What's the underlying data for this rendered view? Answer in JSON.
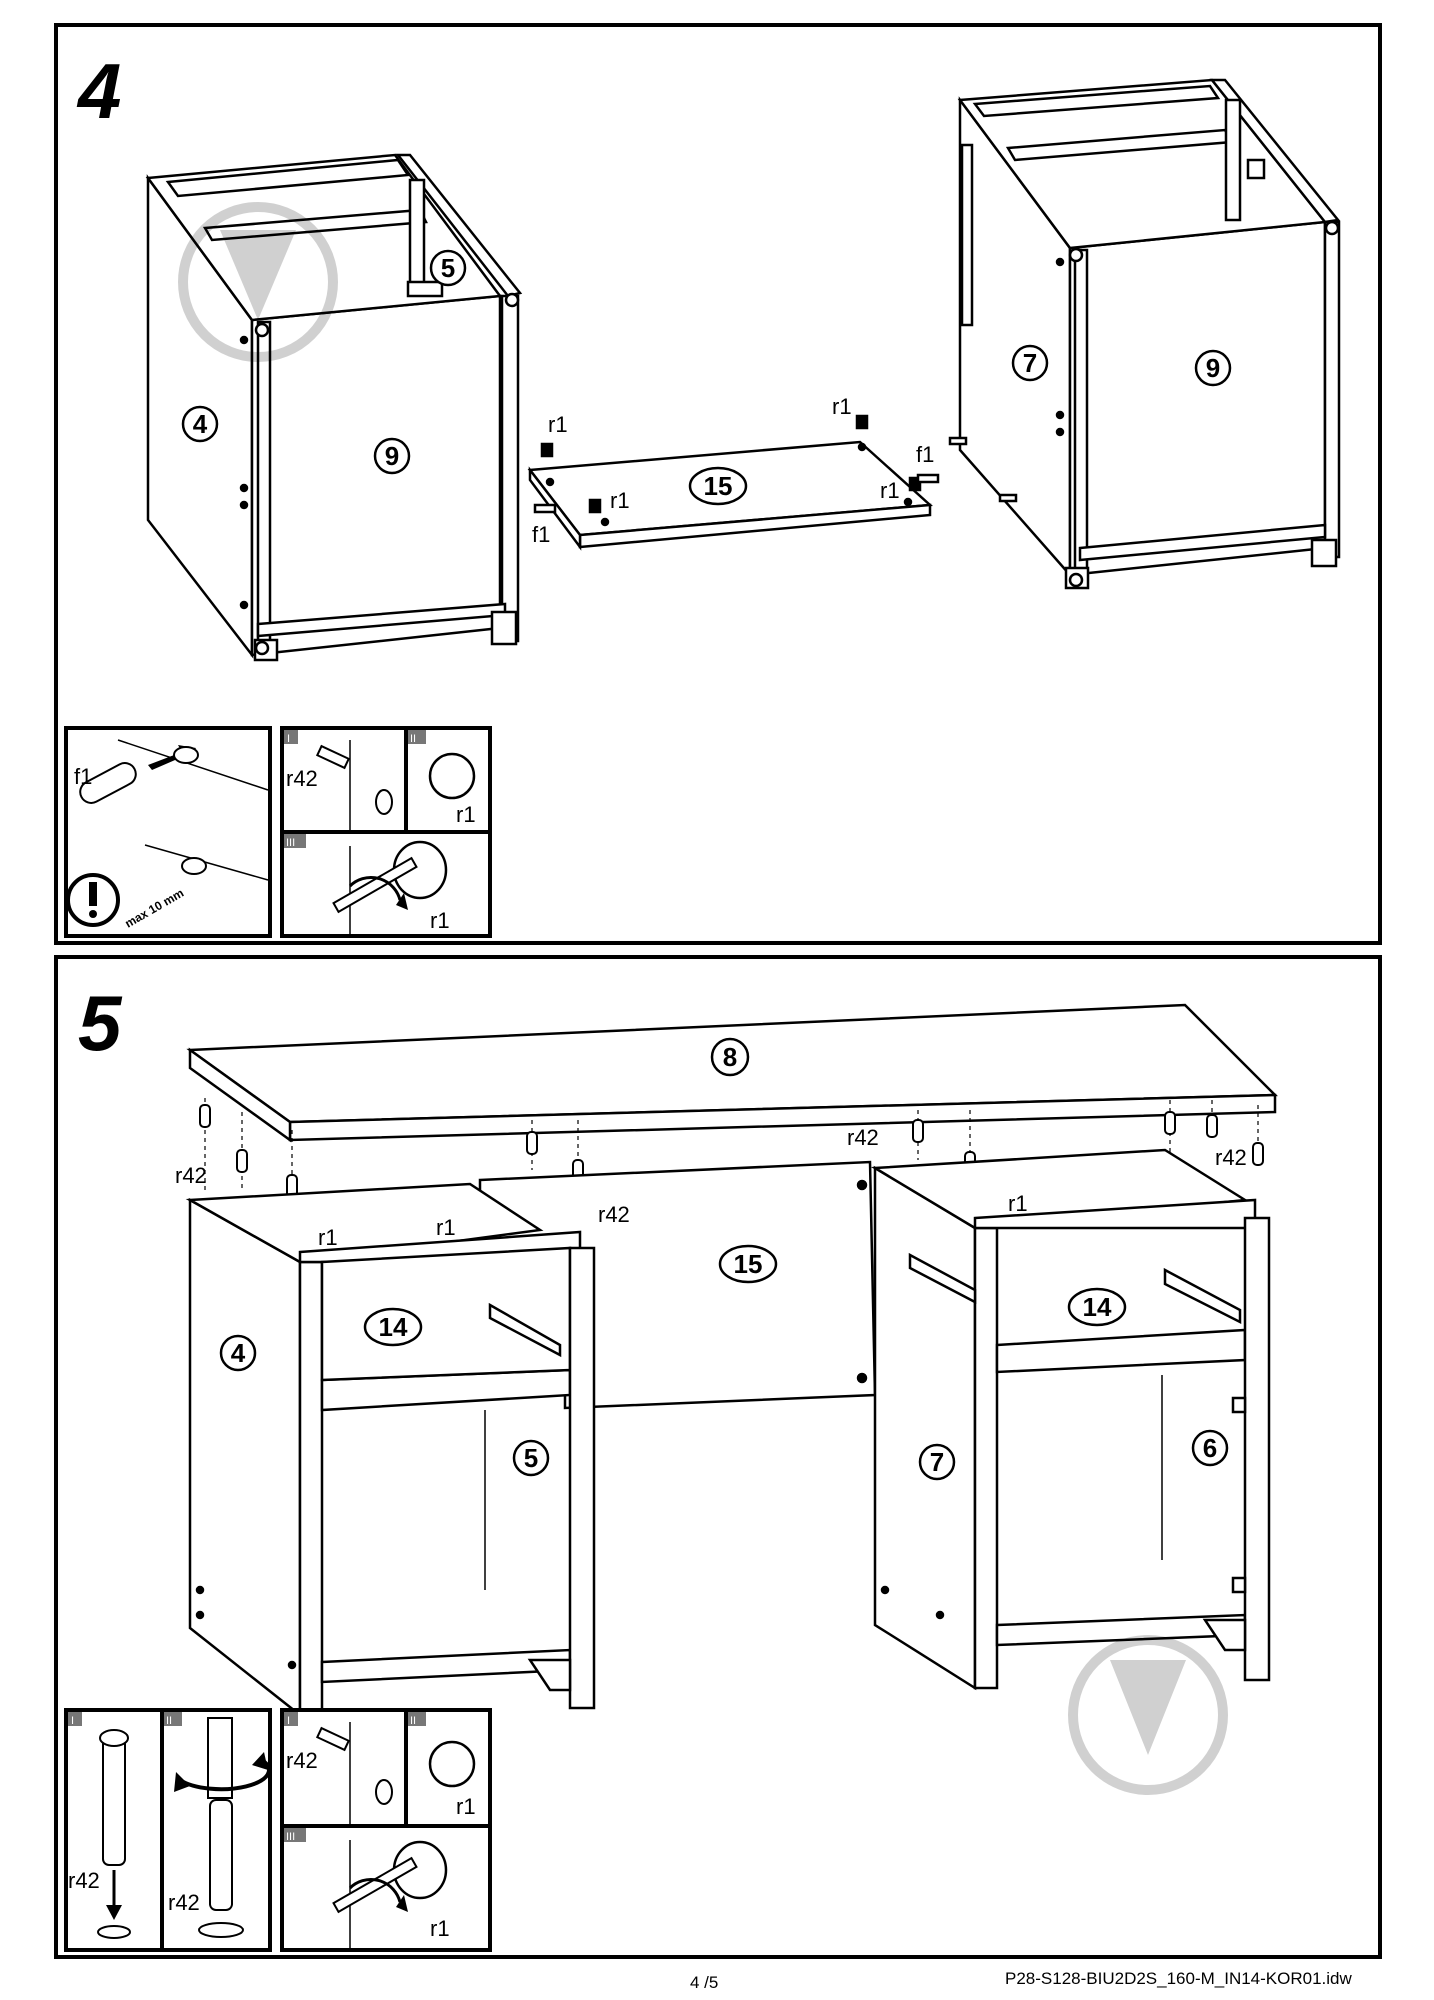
{
  "steps": [
    {
      "number": "4",
      "parts": {
        "p4": "4",
        "p5": "5",
        "p9a": "9",
        "p7": "7",
        "p9b": "9",
        "p15": "15"
      },
      "hardware": {
        "r1_a": "r1",
        "r1_b": "r1",
        "r1_c": "r1",
        "r1_d": "r1",
        "f1_a": "f1",
        "f1_b": "f1"
      },
      "details": {
        "f1": "f1",
        "max": "max 10 mm",
        "r42": "r42",
        "r1_ii": "r1",
        "r1_iii": "r1",
        "roman_i": "I",
        "roman_ii": "II",
        "roman_iii": "III"
      }
    },
    {
      "number": "5",
      "parts": {
        "p8": "8",
        "p15": "15",
        "p14a": "14",
        "p14b": "14",
        "p4": "4",
        "p5": "5",
        "p7": "7",
        "p6": "6"
      },
      "hardware": {
        "r42_a": "r42",
        "r42_b": "r42",
        "r42_c": "r42",
        "r42_d": "r42",
        "r1_a": "r1",
        "r1_b": "r1",
        "r1_c": "r1"
      },
      "details": {
        "r42_i": "r42",
        "r42_ii": "r42",
        "r42_right": "r42",
        "r1_ii": "r1",
        "r1_iii": "r1",
        "roman_i": "I",
        "roman_ii": "II",
        "roman_i_b": "I",
        "roman_ii_b": "II",
        "roman_iii": "III"
      }
    }
  ],
  "footer": {
    "page": "4 /5",
    "file": "P28-S128-BIU2D2S_160-M_IN14-KOR01.idw"
  }
}
